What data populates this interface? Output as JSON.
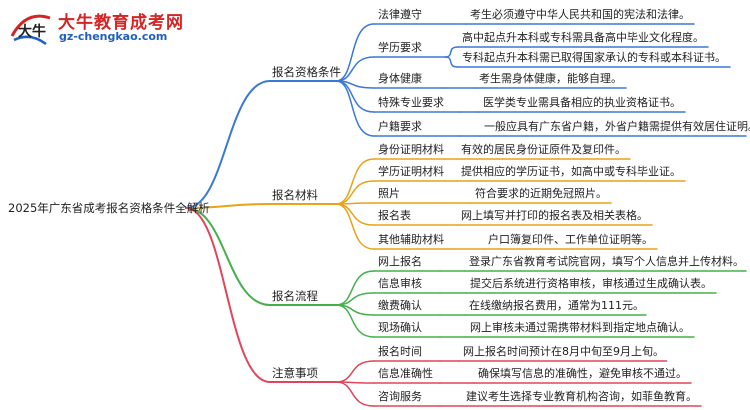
{
  "logo": {
    "name": "大牛教育成考网",
    "url": "gz-chengkao.com",
    "mark_text": "大牛"
  },
  "root": "2025年广东省成考报名资格条件全解析",
  "branches": [
    {
      "label": "报名资格条件",
      "color": "#3a78d8",
      "items": [
        {
          "label": "法律遵守",
          "details": [
            "考生必须遵守中华人民共和国的宪法和法律。"
          ]
        },
        {
          "label": "学历要求",
          "details": [
            "高中起点升本科或专科需具备高中毕业文化程度。",
            "专科起点升本科需已取得国家承认的专科或本科证书。"
          ]
        },
        {
          "label": "身体健康",
          "details": [
            "考生需身体健康，能够自理。"
          ]
        },
        {
          "label": "特殊专业要求",
          "details": [
            "医学类专业需具备相应的执业资格证书。"
          ]
        },
        {
          "label": "户籍要求",
          "details": [
            "一般应具有广东省户籍，外省户籍需提供有效居住证明。"
          ]
        }
      ]
    },
    {
      "label": "报名材料",
      "color": "#e8a317",
      "items": [
        {
          "label": "身份证明材料",
          "details": [
            "有效的居民身份证原件及复印件。"
          ]
        },
        {
          "label": "学历证明材料",
          "details": [
            "提供相应的学历证书，如高中或专科毕业证。"
          ]
        },
        {
          "label": "照片",
          "details": [
            "符合要求的近期免冠照片。"
          ]
        },
        {
          "label": "报名表",
          "details": [
            "网上填写并打印的报名表及相关表格。"
          ]
        },
        {
          "label": "其他辅助材料",
          "details": [
            "户口簿复印件、工作单位证明等。"
          ]
        }
      ]
    },
    {
      "label": "报名流程",
      "color": "#44b04a",
      "items": [
        {
          "label": "网上报名",
          "details": [
            "登录广东省教育考试院官网，填写个人信息并上传材料。"
          ]
        },
        {
          "label": "信息审核",
          "details": [
            "提交后系统进行资格审核，审核通过生成确认表。"
          ]
        },
        {
          "label": "缴费确认",
          "details": [
            "在线缴纳报名费用，通常为111元。"
          ]
        },
        {
          "label": "现场确认",
          "details": [
            "网上审核未通过需携带材料到指定地点确认。"
          ]
        }
      ]
    },
    {
      "label": "注意事项",
      "color": "#e0455a",
      "items": [
        {
          "label": "报名时间",
          "details": [
            "网上报名时间预计在8月中旬至9月上旬。"
          ]
        },
        {
          "label": "信息准确性",
          "details": [
            "确保填写信息的准确性，避免审核不通过。"
          ]
        },
        {
          "label": "咨询服务",
          "details": [
            "建议考生选择专业教育机构咨询，如菲鱼教育。"
          ]
        }
      ]
    }
  ]
}
